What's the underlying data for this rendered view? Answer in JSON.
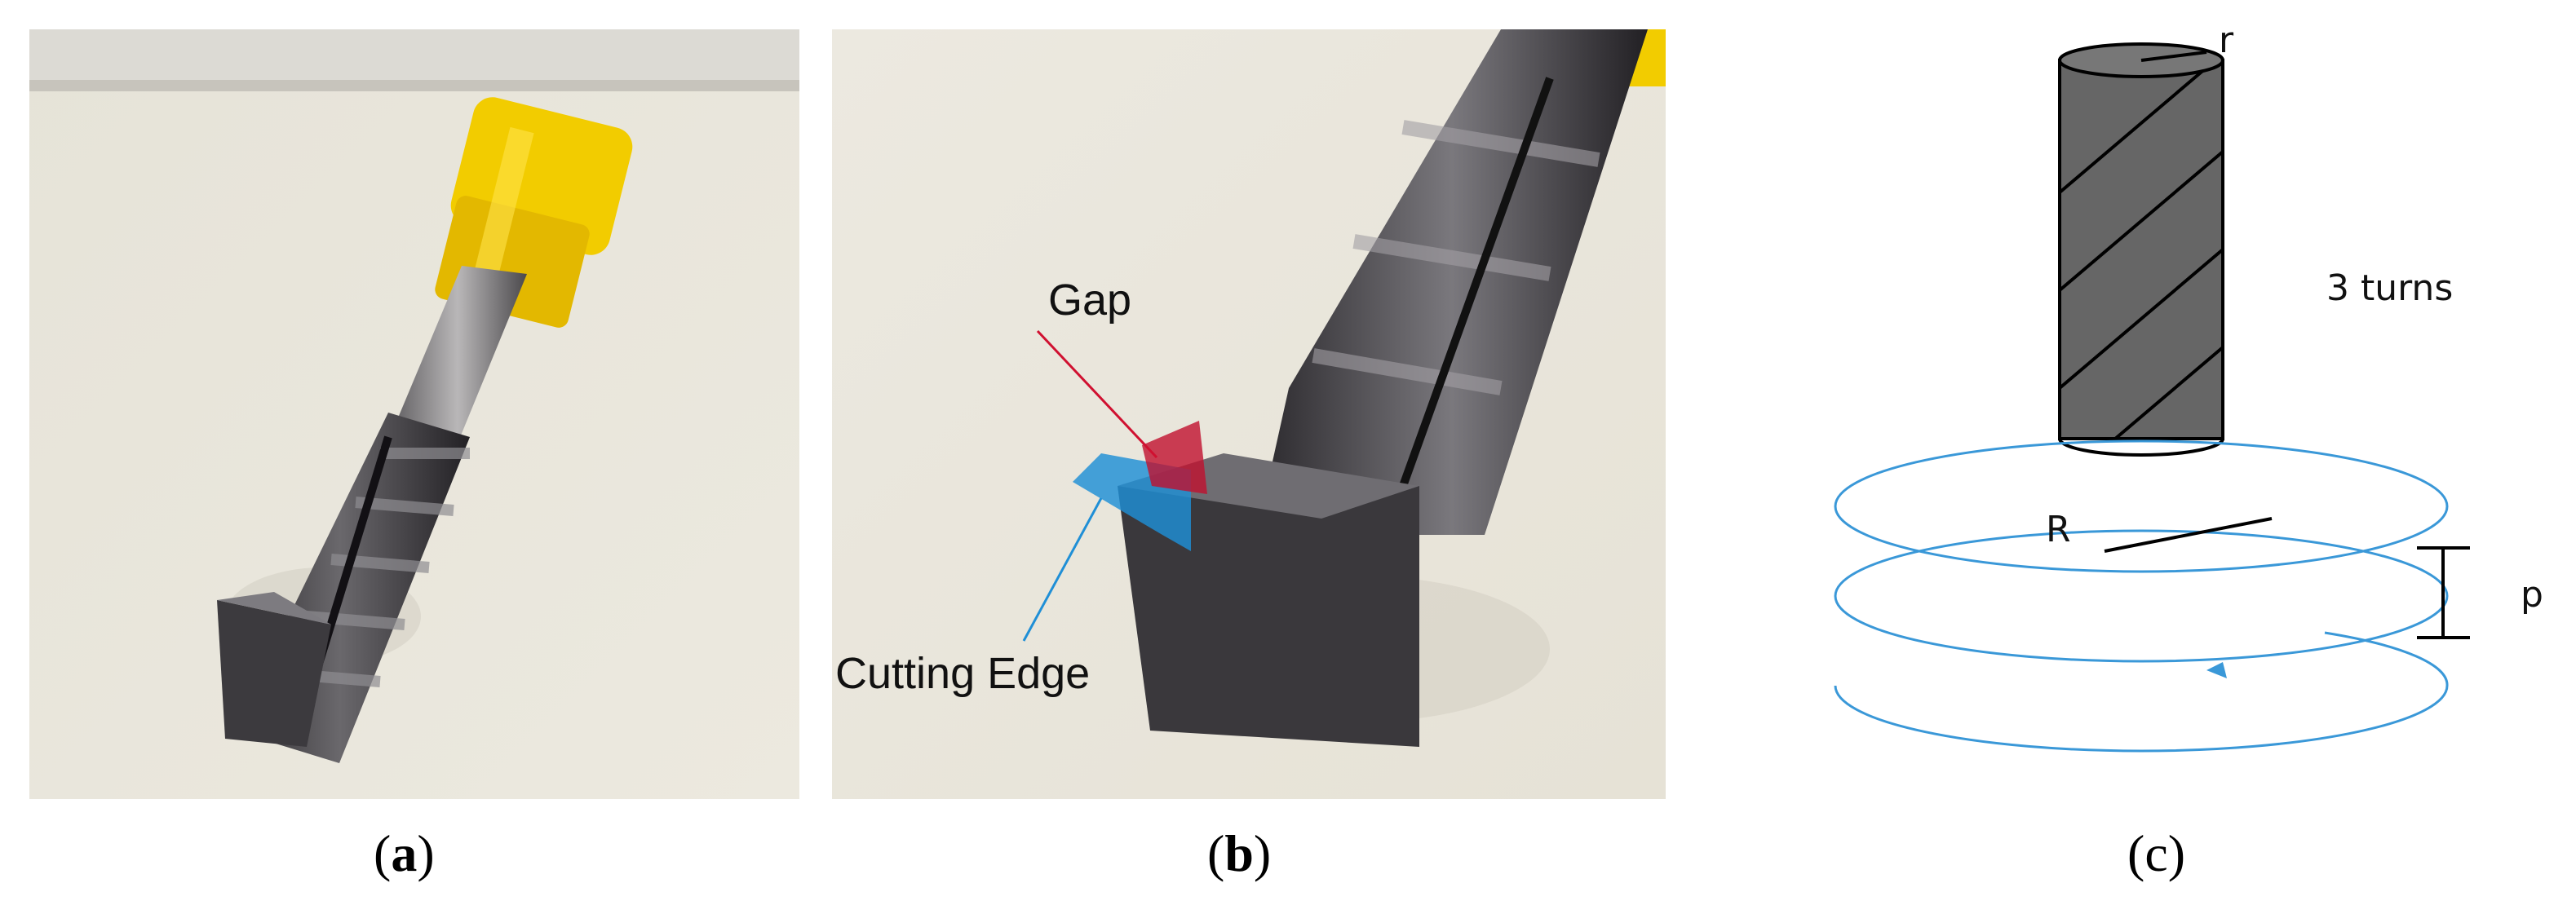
{
  "panels": {
    "a": {
      "caption_open": "(",
      "caption_letter": "a",
      "caption_close": ")"
    },
    "b": {
      "caption_open": "(",
      "caption_letter": "b",
      "caption_close": ")",
      "labels": {
        "gap": "Gap",
        "cutting_edge": "Cutting Edge"
      },
      "colors": {
        "gap_highlight": "#c0102e",
        "edge_highlight": "#1f8fd6"
      }
    },
    "c": {
      "caption": "(c)",
      "labels": {
        "radius_tool": "r",
        "turns": "3 turns",
        "radius_helix": "R",
        "pitch": "p"
      },
      "colors": {
        "helix": "#3a98d8",
        "tool": "#666666"
      }
    }
  }
}
